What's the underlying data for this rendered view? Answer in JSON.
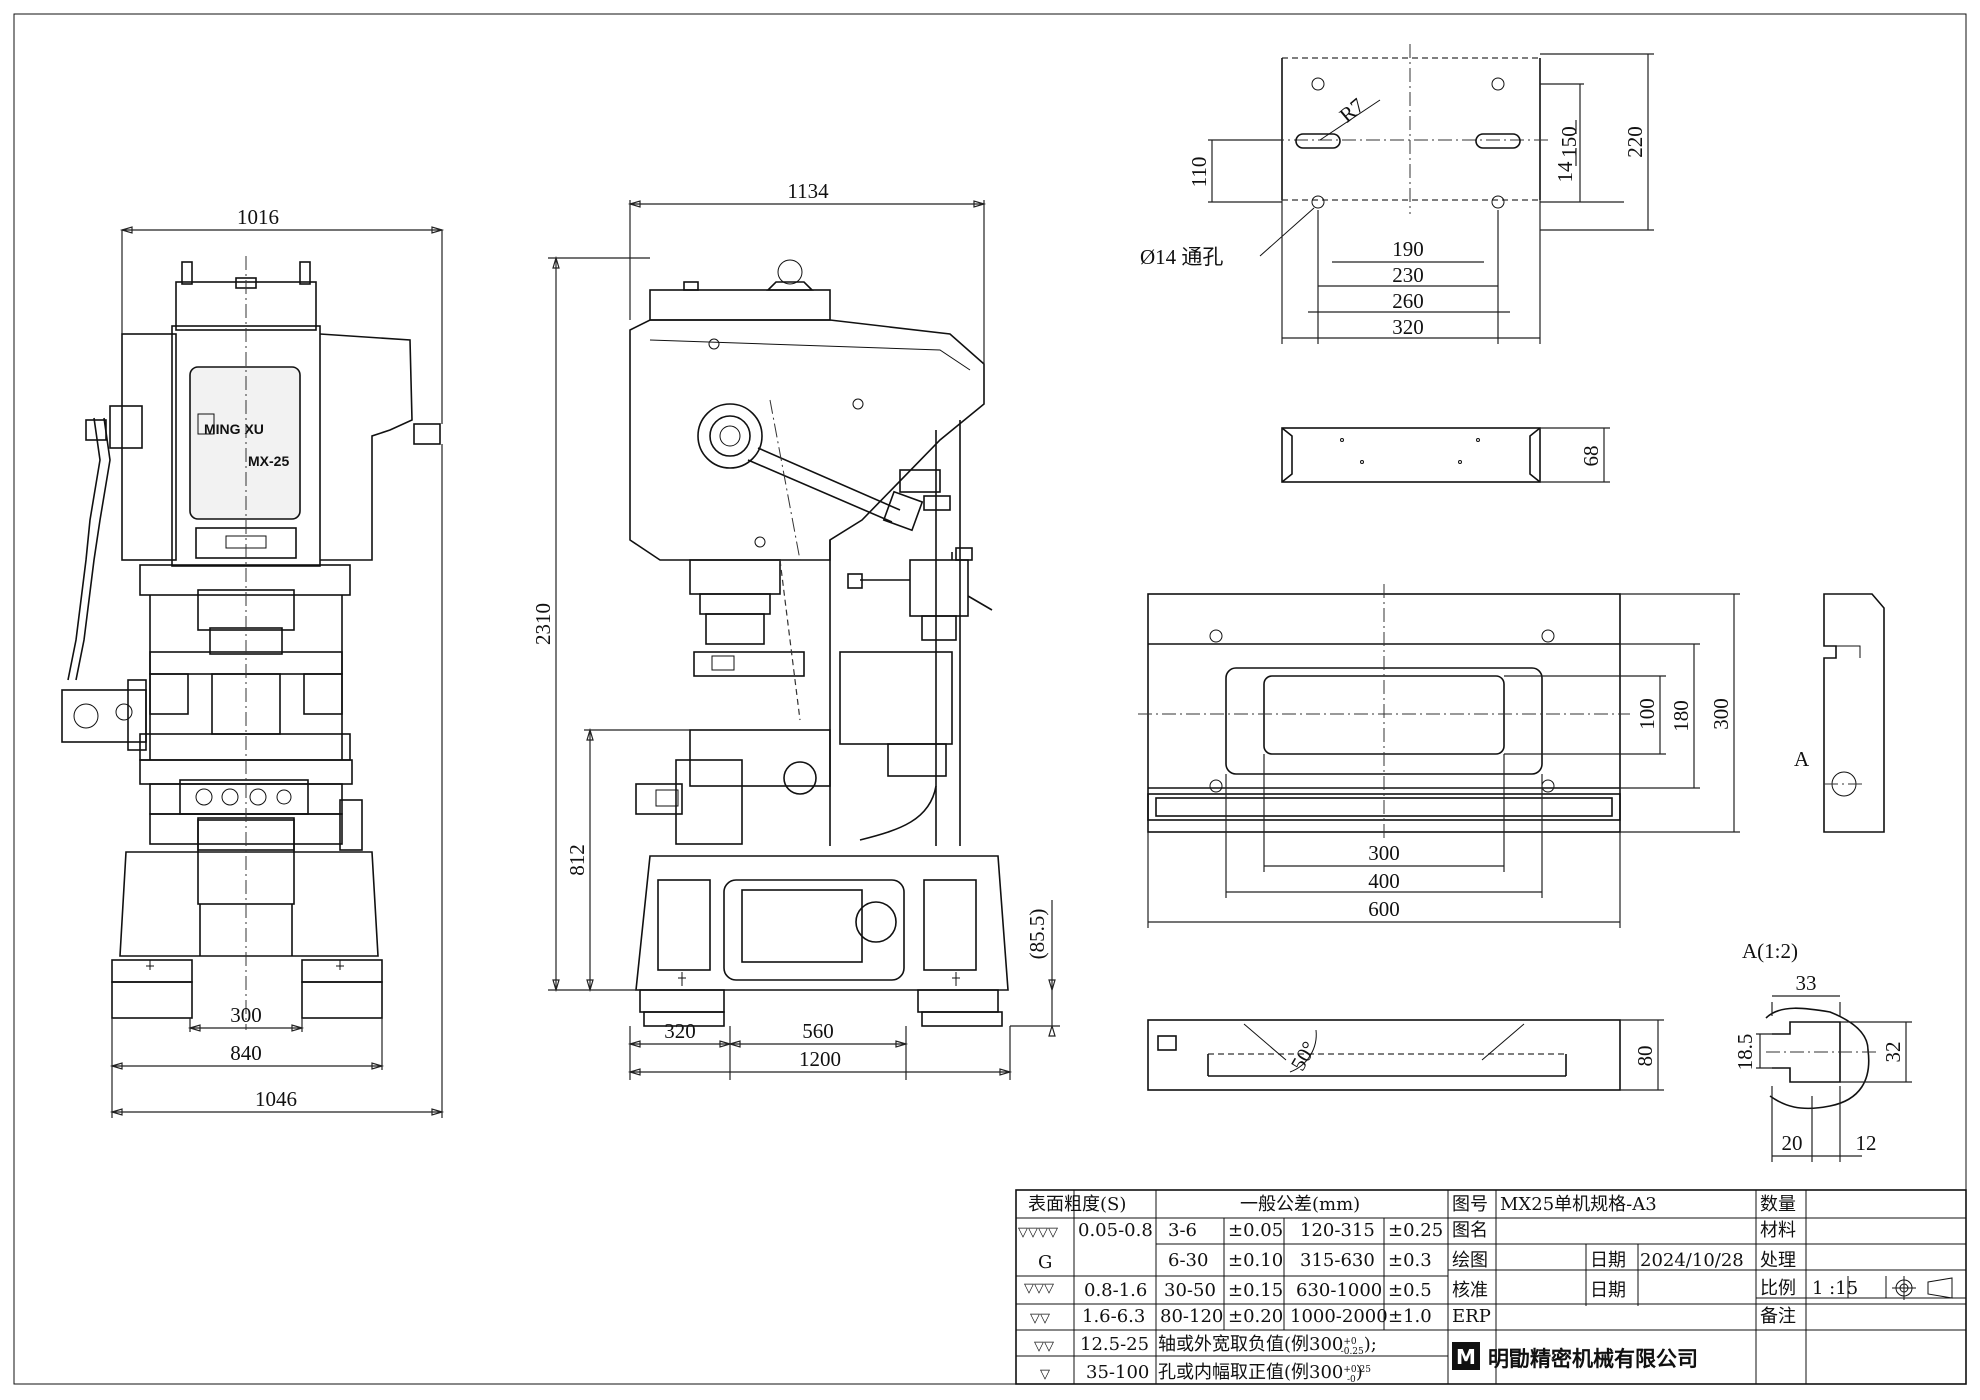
{
  "front_view": {
    "dim_top_width": "1016",
    "dim_foot_spacing": "300",
    "dim_base_width": "840",
    "dim_overall_width": "1046",
    "nameplate_brand": "MING XU",
    "nameplate_model": "MX-25"
  },
  "side_view": {
    "dim_top_depth": "1134",
    "dim_height": "2310",
    "dim_table_height": "812",
    "dim_foot_height": "(85.5)",
    "dim_foot_depth": "320",
    "dim_mid_span": "560",
    "dim_base_depth": "1200"
  },
  "slide_plan": {
    "dim_r7": "R7",
    "dim_110": "110",
    "dim_150": "150",
    "dim_220": "220",
    "dim_14": "14",
    "hole_label": "Ø14 通孔",
    "dim_190": "190",
    "dim_230": "230",
    "dim_260": "260",
    "dim_320": "320"
  },
  "slide_side": {
    "dim_68": "68"
  },
  "bolster_plan": {
    "dim_100": "100",
    "dim_180": "180",
    "dim_300_v": "300",
    "dim_300_h": "300",
    "dim_400": "400",
    "dim_600": "600",
    "section_marker": "A"
  },
  "bolster_side": {
    "dim_angle": "50°",
    "dim_80": "80"
  },
  "detail_a": {
    "title": "A(1:2)",
    "dim_33": "33",
    "dim_18_5": "18.5",
    "dim_32": "32",
    "dim_20": "20",
    "dim_12": "12"
  },
  "title_block": {
    "roughness_header": "表面粗度(S)",
    "tolerance_header": "一般公差(mm)",
    "rows": [
      {
        "symbol": "▽▽▽▽",
        "range": "0.05-0.8",
        "a": "3-6",
        "ta": "±0.05",
        "b": "120-315",
        "tb": "±0.25"
      },
      {
        "symbol": "",
        "range": "",
        "a": "6-30",
        "ta": "±0.10",
        "b": "315-630",
        "tb": "±0.3"
      },
      {
        "symbol": "▽▽▽",
        "range": "0.8-1.6",
        "a": "30-50",
        "ta": "±0.15",
        "b": "630-1000",
        "tb": "±0.5"
      },
      {
        "symbol": "▽▽",
        "range": "1.6-6.3",
        "a": "80-120",
        "ta": "±0.20",
        "b": "1000-2000",
        "tb": "±1.0"
      }
    ],
    "g_symbol": "G",
    "row5_symbol": "▽▽",
    "row5_range": "12.5-25",
    "row5_note": "轴或外宽取负值(例300",
    "row5_note_sup": "+0",
    "row5_note_sub": "-0.25",
    "row5_note_end": ");",
    "row6_symbol": "▽",
    "row6_range": "35-100",
    "row6_note": "孔或内幅取正值(例300",
    "row6_note_sup": "+0.25",
    "row6_note_sub": "-0",
    "row6_note_end": ")",
    "drawing_no_label": "图号",
    "drawing_no": "MX25单机规格-A3",
    "name_label": "图名",
    "drawn_label": "绘图",
    "check_label": "核准",
    "erp_label": "ERP",
    "date_label": "日期",
    "date_value": "2024/10/28",
    "date_label_2": "日期",
    "qty_label": "数量",
    "material_label": "材料",
    "treatment_label": "处理",
    "scale_label": "比例",
    "scale_value": "1 :15",
    "remarks_label": "备注",
    "company_logo": "M",
    "company_name": "明勖精密机械有限公司"
  }
}
